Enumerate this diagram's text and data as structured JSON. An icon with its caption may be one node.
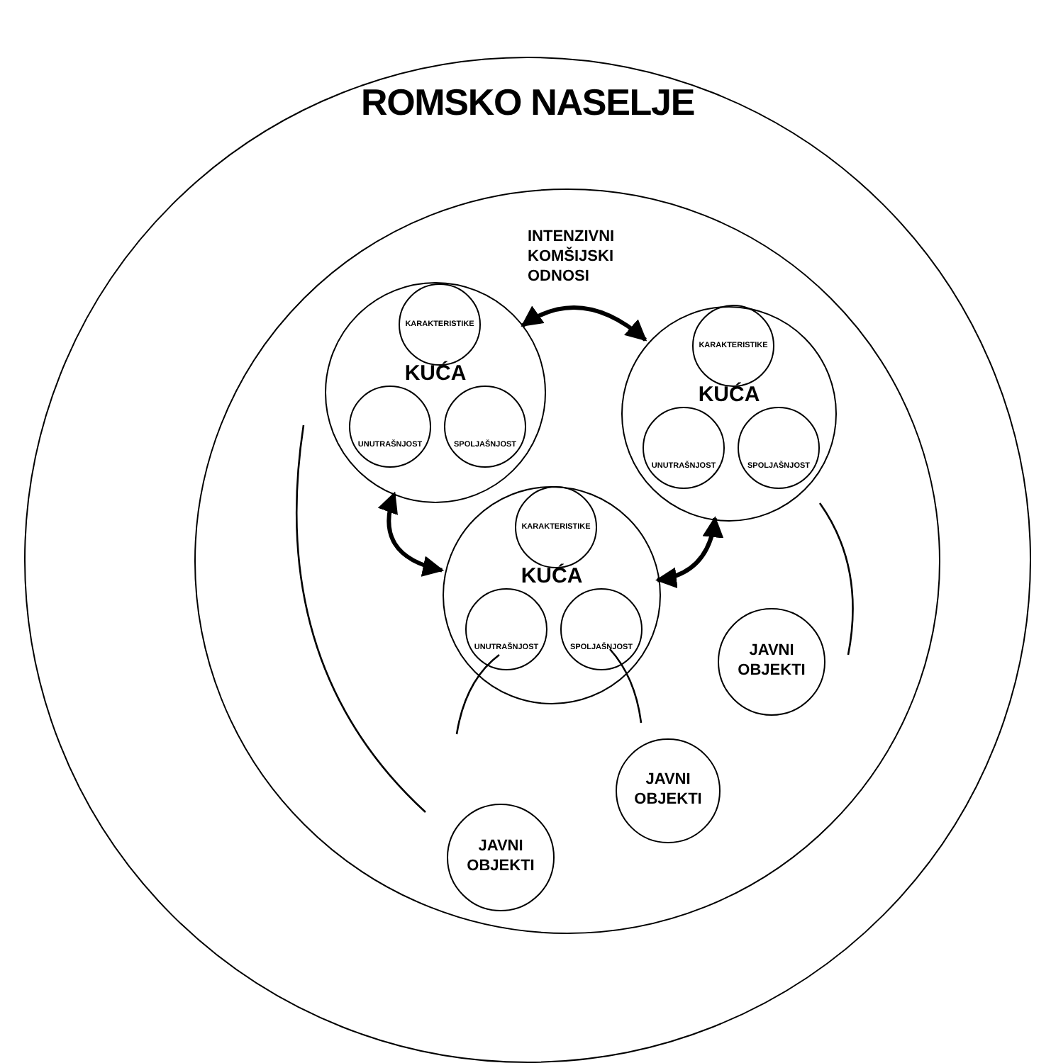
{
  "diagram": {
    "nodes": [
      {
        "text": [
          "ROMSKO NASELJE"
        ]
      },
      {
        "text": [],
        "shape": "circle",
        "in": 0
      },
      {
        "text": [
          "KUĆA"
        ],
        "in": 1
      },
      {
        "text": [
          "KARAKTERISTIKE"
        ],
        "in": 2
      },
      {
        "text": [
          "UNUTRAŠNJOST"
        ],
        "in": 2
      },
      {
        "text": [
          "SPOLJAŠNJOST"
        ],
        "in": 2
      },
      {
        "text": [
          "KUĆA"
        ],
        "in": 1
      },
      {
        "text": [
          "KARAKTERISTIKE"
        ],
        "in": 6
      },
      {
        "text": [
          "UNUTRAŠNJOST"
        ],
        "in": 6
      },
      {
        "text": [
          "SPOLJAŠNJOST"
        ],
        "in": 6
      },
      {
        "text": [
          "KUĆA"
        ],
        "in": 1
      },
      {
        "text": [
          "KARAKTERISTIKE"
        ],
        "in": 10
      },
      {
        "text": [
          "UNUTRAŠNJOST"
        ],
        "in": 10
      },
      {
        "text": [
          "SPOLJAŠNJOST"
        ],
        "in": 10
      },
      {
        "text": [
          "JAVNI OBJEKTI"
        ],
        "in": 1
      },
      {
        "text": [
          "JAVNI OBJEKTI"
        ],
        "in": 1
      },
      {
        "text": [
          "JAVNI OBJEKTI"
        ],
        "in": 1
      }
    ],
    "edges": [
      {
        "from": 2,
        "to": 6,
        "arrow": "both"
      },
      {
        "from": 2,
        "to": 10,
        "arrow": "both"
      },
      {
        "from": 6,
        "to": 10,
        "arrow": "both"
      }
    ],
    "labels": [
      "INTENZIVNI KOMŠIJSKI ODNOSI"
    ]
  }
}
